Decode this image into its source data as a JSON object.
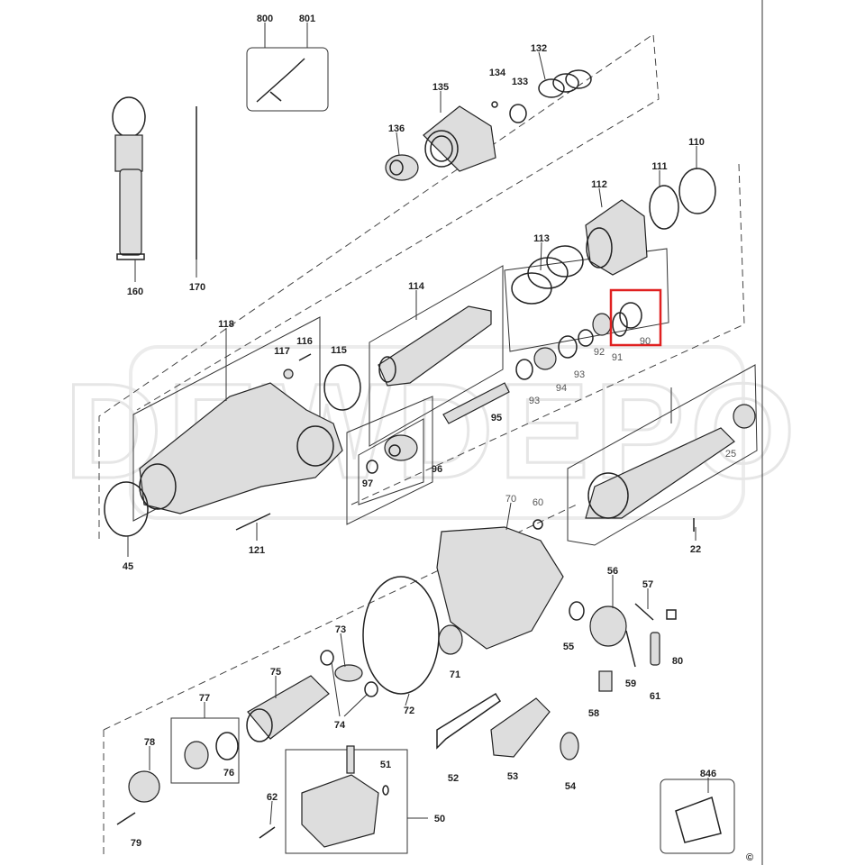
{
  "diagram": {
    "watermark": "DEWDEPO",
    "copyright_mark": "©",
    "highlighted_part": "90",
    "highlight_color": "#e02020",
    "labels": {
      "p800": "800",
      "p801": "801",
      "p132": "132",
      "p134": "134",
      "p133": "133",
      "p135": "135",
      "p136": "136",
      "p110": "110",
      "p111": "111",
      "p112": "112",
      "p113": "113",
      "p160": "160",
      "p170": "170",
      "p114": "114",
      "p118": "118",
      "p117": "117",
      "p116": "116",
      "p115": "115",
      "p90": "90",
      "p91": "91",
      "p92": "92",
      "p93a": "93",
      "p94": "94",
      "p93b": "93",
      "p95": "95",
      "p96": "96",
      "p97": "97",
      "p25": "25",
      "p70": "70",
      "p60": "60",
      "p45": "45",
      "p121": "121",
      "p22": "22",
      "p56": "56",
      "p57": "57",
      "p55": "55",
      "p80": "80",
      "p71": "71",
      "p73": "73",
      "p75": "75",
      "p59": "59",
      "p61": "61",
      "p72": "72",
      "p58": "58",
      "p74": "74",
      "p77": "77",
      "p78": "78",
      "p52": "52",
      "p53": "53",
      "p76": "76",
      "p51": "51",
      "p54": "54",
      "p846": "846",
      "p62": "62",
      "p50": "50",
      "p79": "79"
    }
  }
}
